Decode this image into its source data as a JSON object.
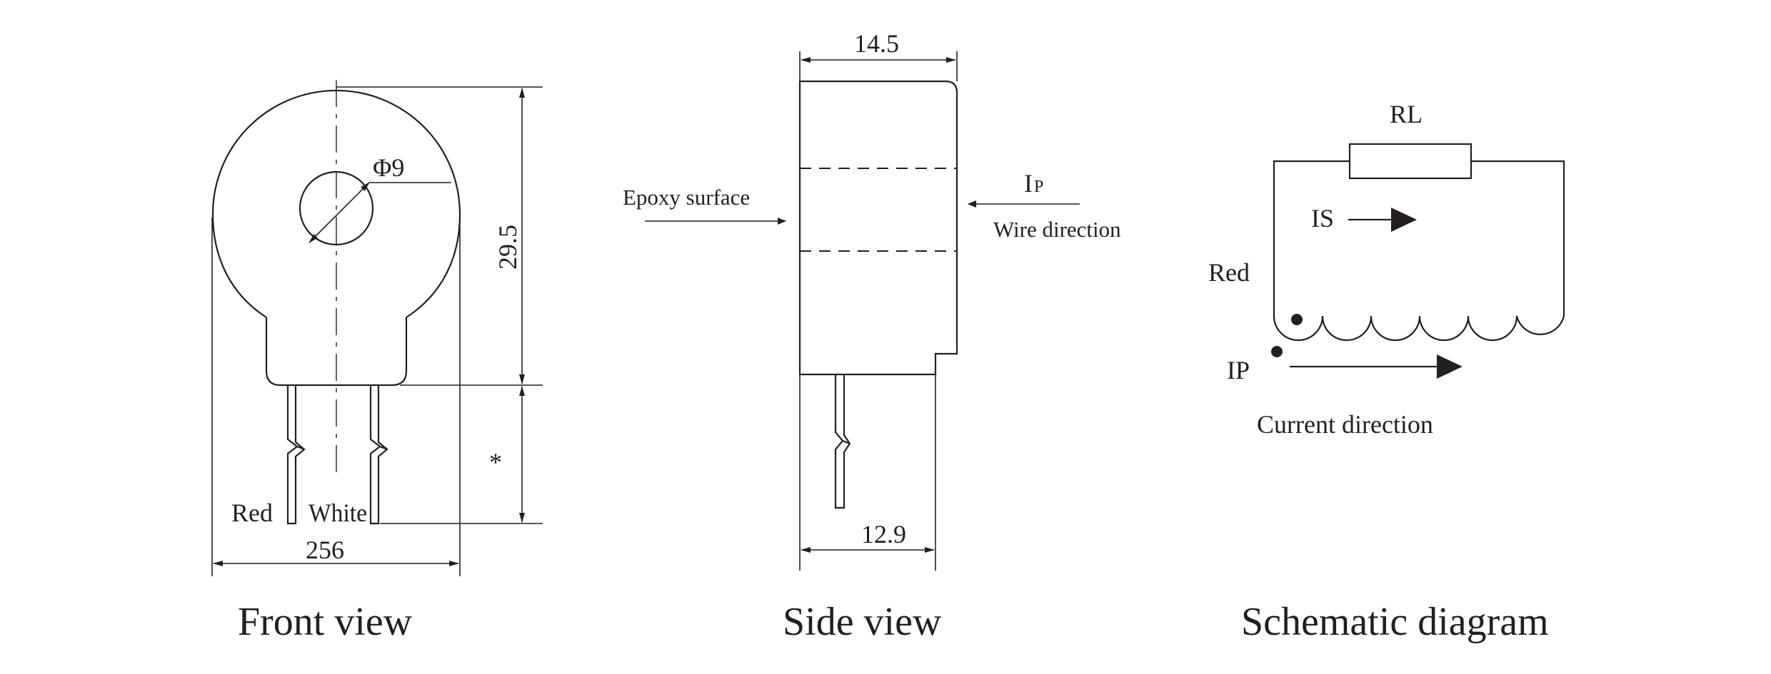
{
  "front_view": {
    "title": "Front view",
    "dim_bore": "Φ9",
    "dim_height": "29.5",
    "dim_lead": "*",
    "dim_width": "256",
    "lead_left": "Red",
    "lead_right": "White"
  },
  "side_view": {
    "title": "Side view",
    "dim_top": "14.5",
    "dim_bottom": "12.9",
    "epoxy_label": "Epoxy surface",
    "ip_main": "I",
    "ip_sub": "P",
    "wire_label": "Wire direction"
  },
  "schematic": {
    "title": "Schematic diagram",
    "rl_label": "RL",
    "is_label": "IS",
    "red_label": "Red",
    "ip_label": "IP",
    "current_label": "Current direction"
  }
}
